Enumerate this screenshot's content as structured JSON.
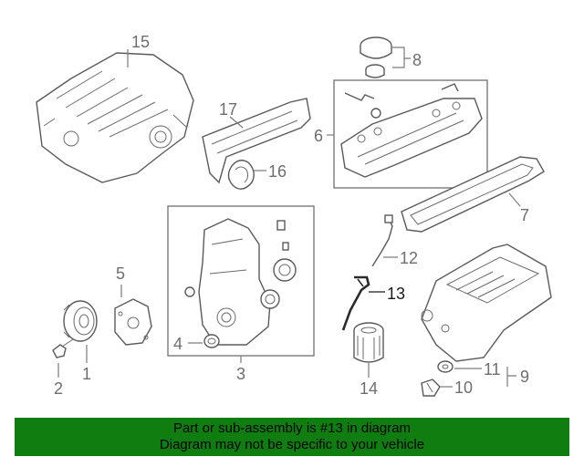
{
  "callouts": {
    "c1": "1",
    "c2": "2",
    "c3": "3",
    "c4": "4",
    "c5": "5",
    "c6": "6",
    "c7": "7",
    "c8": "8",
    "c9": "9",
    "c10": "10",
    "c11": "11",
    "c12": "12",
    "c13": "13",
    "c14": "14",
    "c15": "15",
    "c16": "16",
    "c17": "17"
  },
  "highlighted_part": "13",
  "banner": {
    "line1": "Part or sub-assembly is #13 in diagram",
    "line2": "Diagram may not be specific to your vehicle",
    "color": "#0f7d0f"
  }
}
